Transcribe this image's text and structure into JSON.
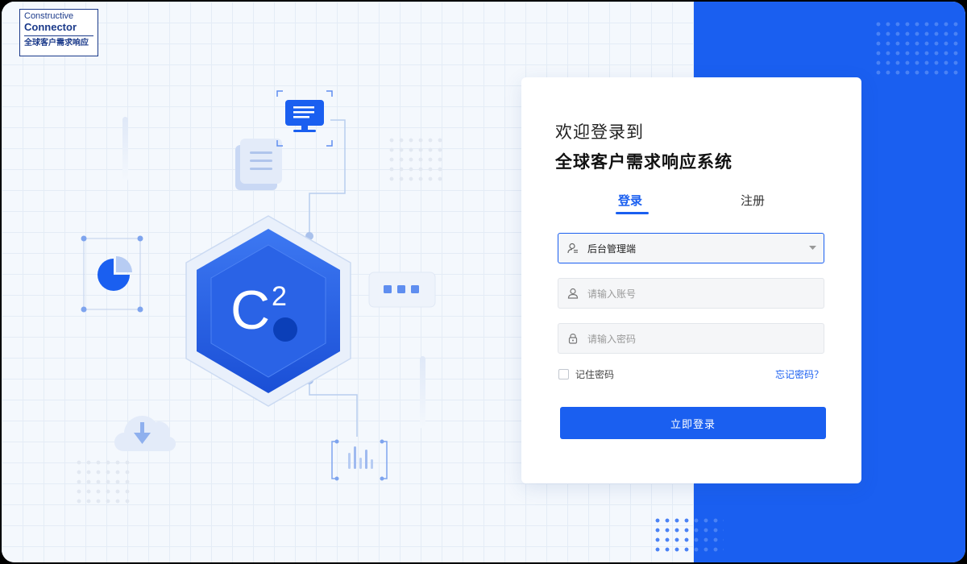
{
  "logo": {
    "line1": "Constructive",
    "line2": "Connector",
    "line3": "全球客户需求响应"
  },
  "hex_badge": {
    "letter": "C",
    "superscript": "2"
  },
  "login_card": {
    "welcome": "欢迎登录到",
    "system_name": "全球客户需求响应系统",
    "tabs": [
      {
        "label": "登录",
        "active": true
      },
      {
        "label": "注册",
        "active": false
      }
    ],
    "role_select": {
      "value": "后台管理端",
      "icon": "user-role-icon"
    },
    "account_field": {
      "placeholder": "请输入账号",
      "icon": "user-icon"
    },
    "password_field": {
      "placeholder": "请输入密码",
      "icon": "lock-icon"
    },
    "remember_label": "记住密码",
    "forgot_label": "忘记密码？",
    "submit_label": "立即登录"
  },
  "colors": {
    "accent": "#1a5ff0",
    "panel_blue": "#1a5ff0",
    "background": "#f4f8fd"
  }
}
